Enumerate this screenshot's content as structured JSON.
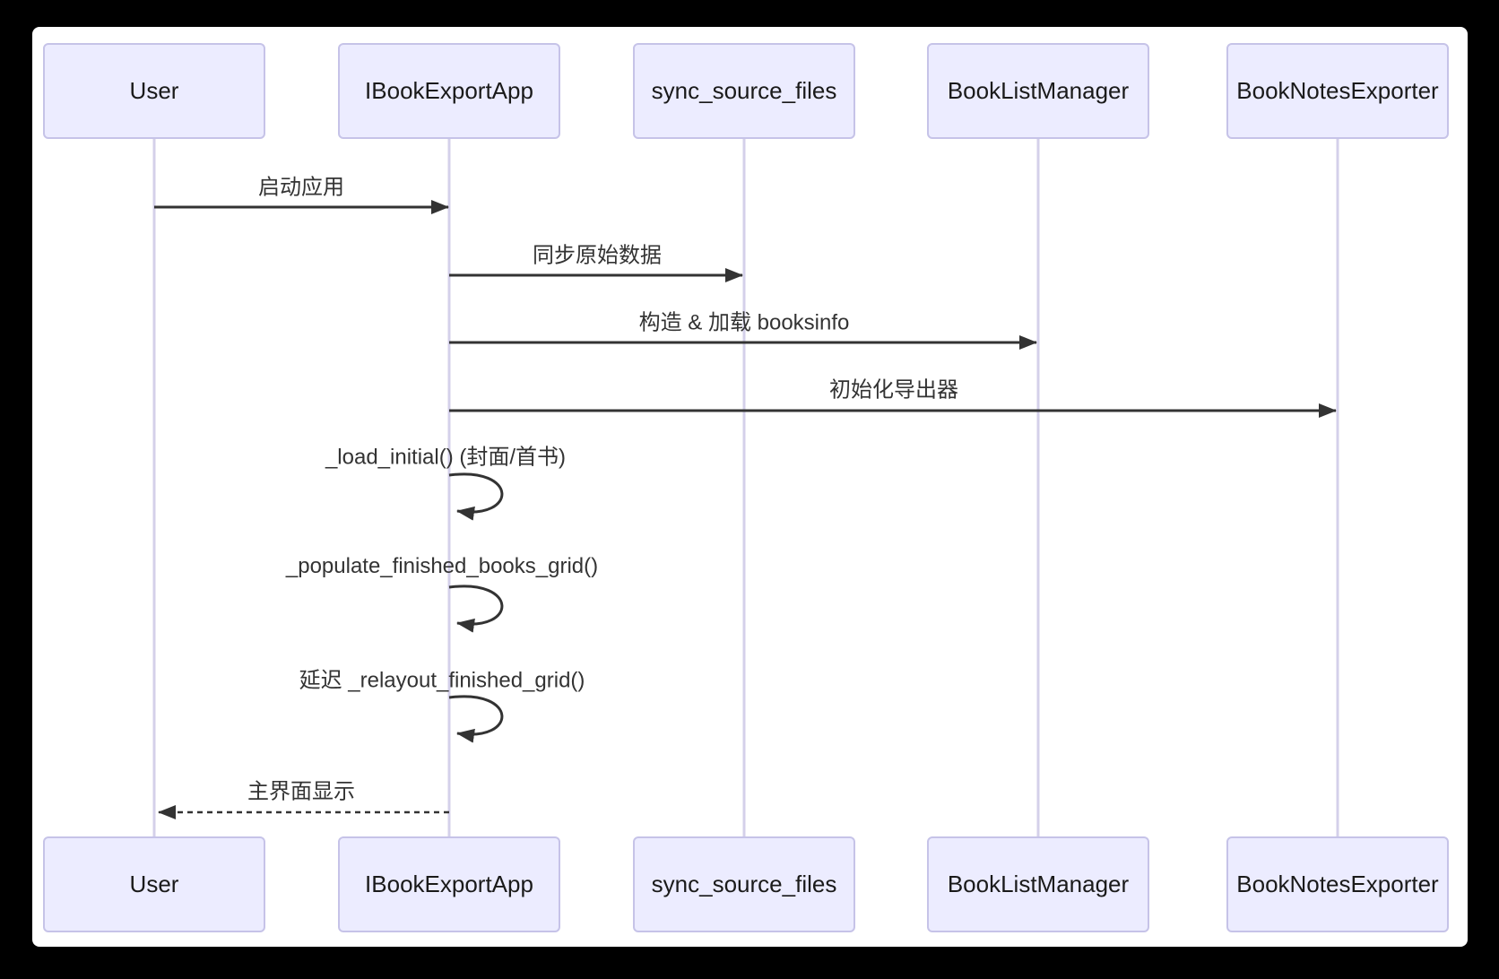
{
  "diagram": {
    "type": "sequence-diagram",
    "participants": [
      {
        "label": "User"
      },
      {
        "label": "IBookExportApp"
      },
      {
        "label": "sync_source_files"
      },
      {
        "label": "BookListManager"
      },
      {
        "label": "BookNotesExporter"
      }
    ],
    "messages": [
      {
        "from": "User",
        "to": "IBookExportApp",
        "label": "启动应用",
        "style": "solid"
      },
      {
        "from": "IBookExportApp",
        "to": "sync_source_files",
        "label": "同步原始数据",
        "style": "solid"
      },
      {
        "from": "IBookExportApp",
        "to": "BookListManager",
        "label": "构造 & 加载 booksinfo",
        "style": "solid"
      },
      {
        "from": "IBookExportApp",
        "to": "BookNotesExporter",
        "label": "初始化导出器",
        "style": "solid"
      },
      {
        "from": "IBookExportApp",
        "to": "IBookExportApp",
        "label": "_load_initial() (封面/首书)",
        "style": "self-loop"
      },
      {
        "from": "IBookExportApp",
        "to": "IBookExportApp",
        "label": "_populate_finished_books_grid()",
        "style": "self-loop"
      },
      {
        "from": "IBookExportApp",
        "to": "IBookExportApp",
        "label": "延迟 _relayout_finished_grid()",
        "style": "self-loop"
      },
      {
        "from": "IBookExportApp",
        "to": "User",
        "label": "主界面显示",
        "style": "dashed-return"
      }
    ],
    "colors": {
      "page_background": "#000000",
      "canvas_background": "#FFFFFF",
      "actor_fill": "#ECECFF",
      "actor_border": "#C6C3E8",
      "lifeline": "#D4D0EA",
      "arrow": "#333333",
      "text": "#333333"
    }
  }
}
